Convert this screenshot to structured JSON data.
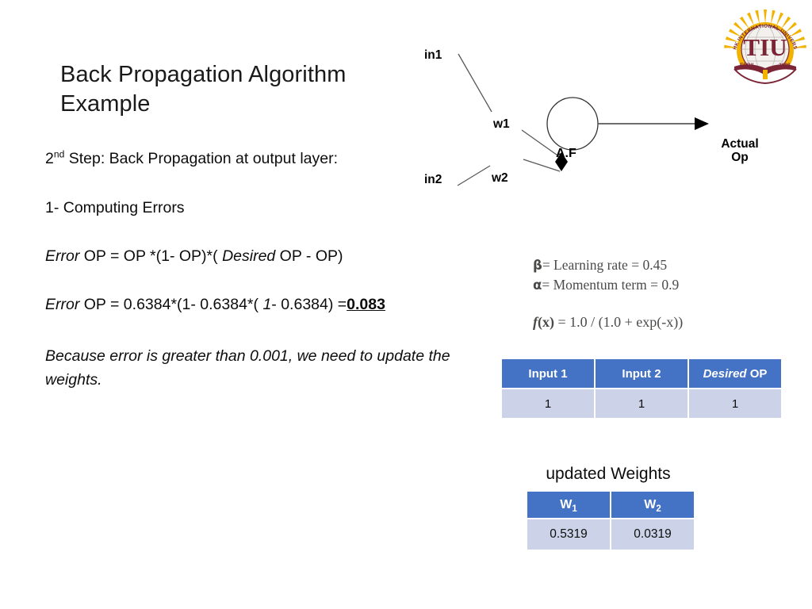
{
  "slide": {
    "title": "Back Propagation  Algorithm Example",
    "title_line1": "Back Propagation  Algorithm",
    "title_line2": "Example"
  },
  "body": {
    "step_prefix": "2",
    "step_sup": "nd",
    "step_text": " Step: Back Propagation at output layer:",
    "computing_errors": "1- Computing Errors",
    "formula_general": {
      "error_italic": "Error",
      "rest": " OP = OP *(1- OP)*( ",
      "desired_italic": "Desired",
      "tail": " OP - OP)"
    },
    "formula_numeric": {
      "error_italic": "Error",
      "part1": " OP = 0.6384*(1- 0.6384*( ",
      "one_italic": "1",
      "part2": "- 0.6384) =",
      "result": "0.083"
    },
    "because_text": "Because error is greater than 0.001, we need to update  the weights."
  },
  "diagram": {
    "input1_label": "in1",
    "input2_label": "in2",
    "weight1_label": "w1",
    "weight2_label": "w2",
    "node_label": "A.F",
    "output_line1": "Actual",
    "output_line2": "Op",
    "line_color": "#595959",
    "node_stroke": "#333333"
  },
  "params": {
    "beta_symbol": "β",
    "beta_text": "= Learning rate = 0.45",
    "alpha_symbol": "α",
    "alpha_text": "= Momentum term = 0.9",
    "fx_f": "f",
    "fx_paren_x": "(x)",
    "fx_rest": " = 1.0 / (1.0 + exp(-x))"
  },
  "inputs_table": {
    "headers": [
      "Input 1",
      "Input 2",
      "Desired OP"
    ],
    "header3_italic": "Desired",
    "header3_rest": " OP",
    "rows": [
      [
        "1",
        "1",
        "1"
      ]
    ]
  },
  "weights_table": {
    "title": "updated Weights",
    "header1_base": "W",
    "header1_sub": "1",
    "header2_base": "W",
    "header2_sub": "2",
    "rows": [
      [
        "0.5319",
        "0.0319"
      ]
    ]
  },
  "logo": {
    "initials": "TIU",
    "arc_text": "TISHK INTERNATIONAL UNIVERSITY",
    "city": "ERBIL",
    "year": "2008",
    "maroon": "#7B2436",
    "gold": "#F2B300"
  },
  "colors": {
    "table_header_blue": "#4472C4",
    "table_row_lavender": "#CCD3E8",
    "text_black": "#0d0d0d"
  }
}
